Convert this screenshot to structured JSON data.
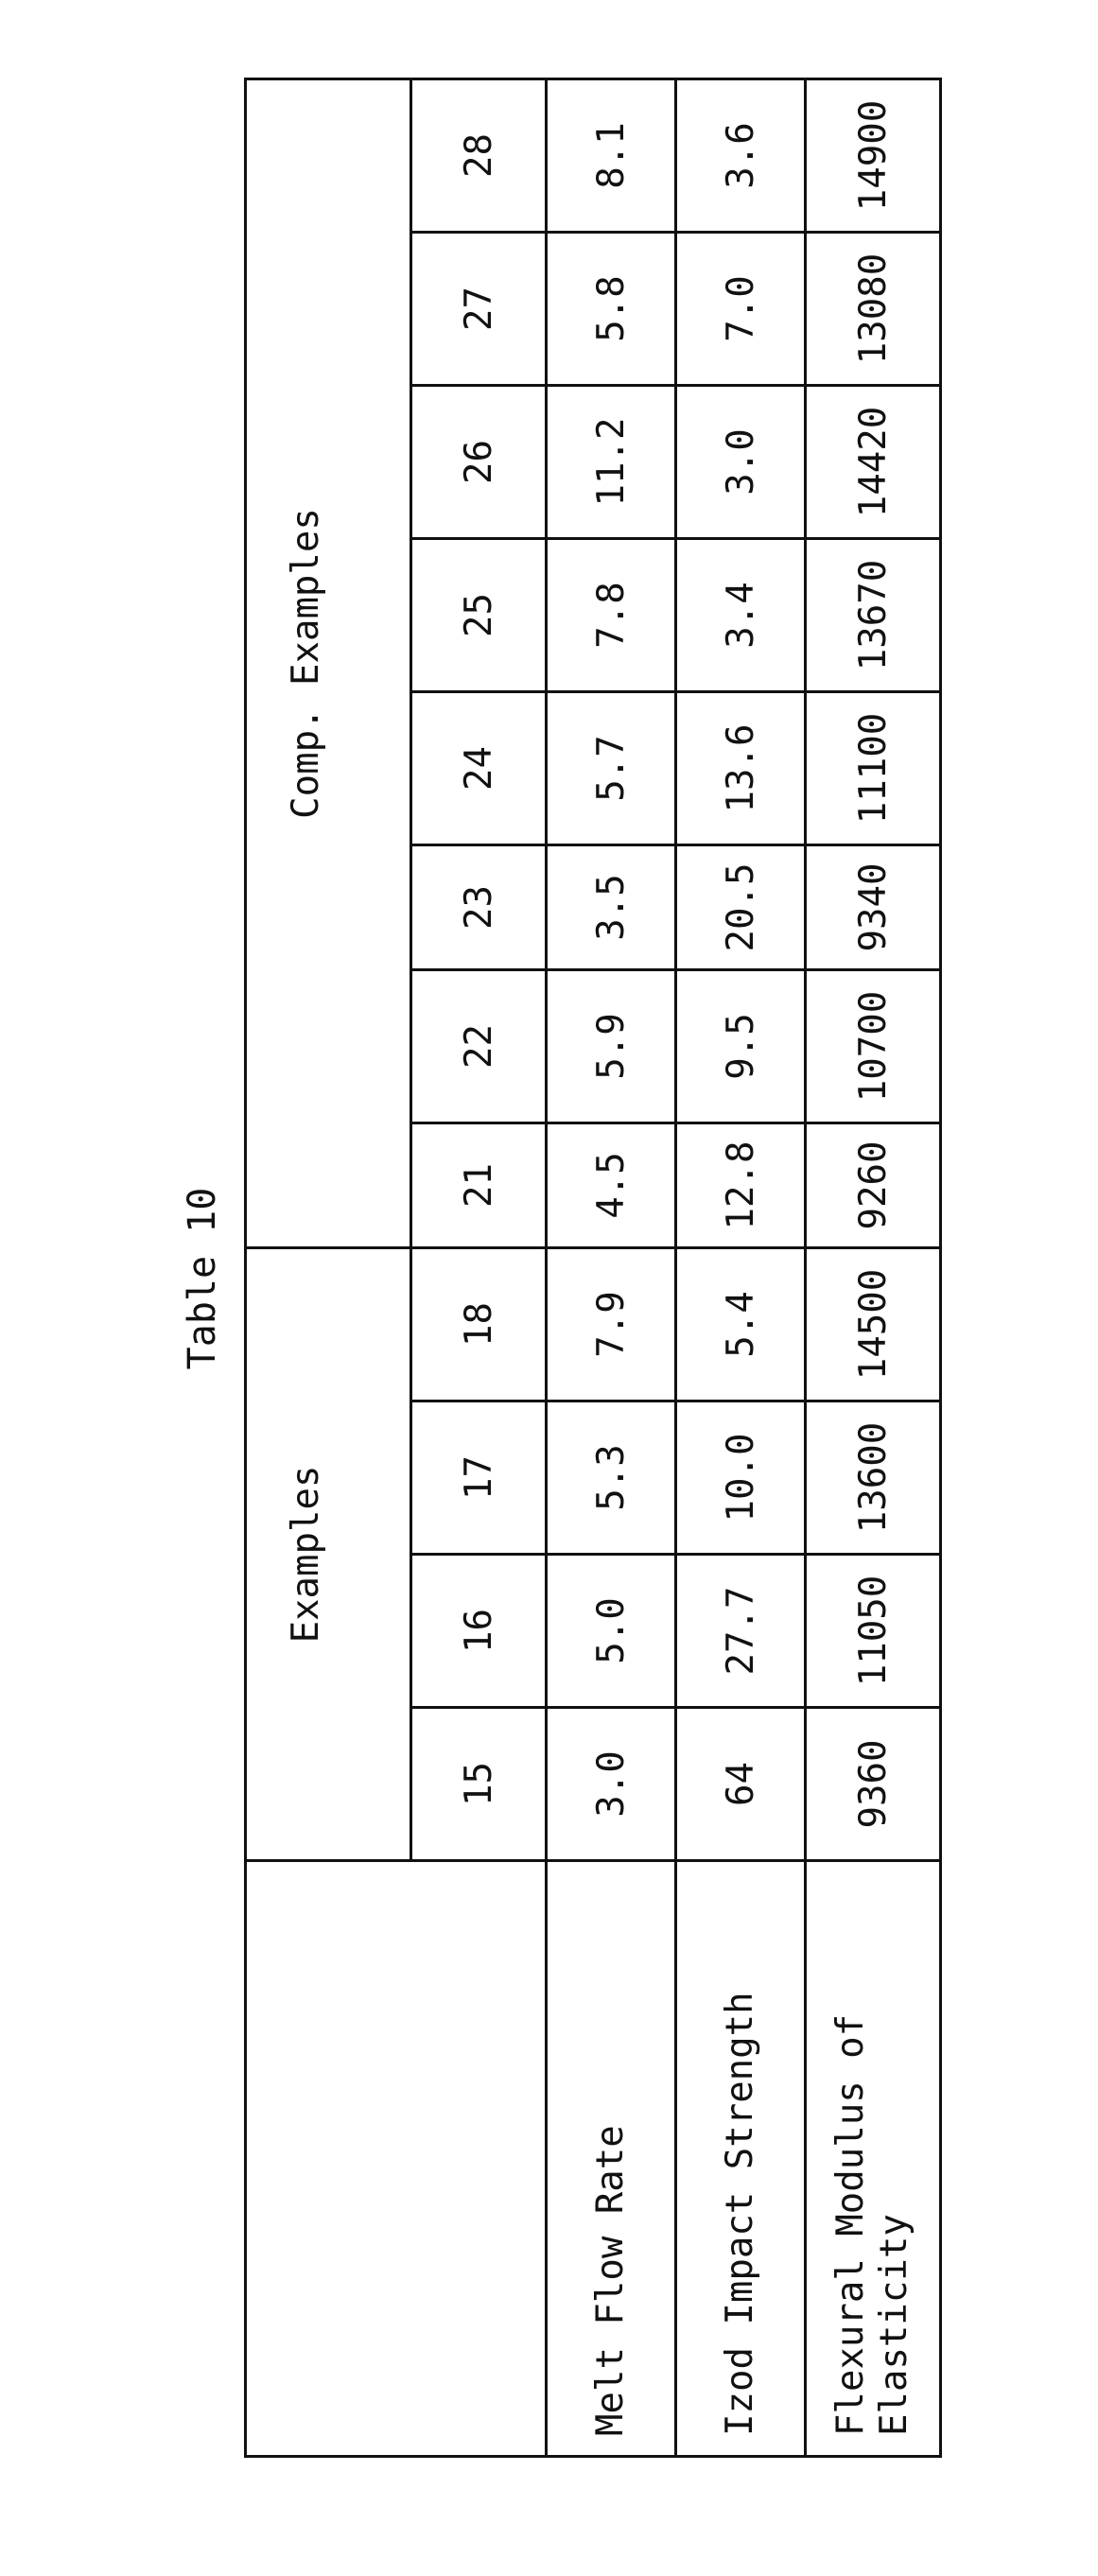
{
  "title": "Table 10",
  "groups": [
    {
      "label": "Examples",
      "span": 4
    },
    {
      "label": "Comp. Examples",
      "span": 8
    }
  ],
  "columns": [
    "15",
    "16",
    "17",
    "18",
    "21",
    "22",
    "23",
    "24",
    "25",
    "26",
    "27",
    "28"
  ],
  "rows": [
    {
      "label_lines": [
        "Melt Flow Rate"
      ],
      "values": [
        "3.0",
        "5.0",
        "5.3",
        "7.9",
        "4.5",
        "5.9",
        "3.5",
        "5.7",
        "7.8",
        "11.2",
        "5.8",
        "8.1"
      ]
    },
    {
      "label_lines": [
        "Izod Impact Strength"
      ],
      "values": [
        "64",
        "27.7",
        "10.0",
        "5.4",
        "12.8",
        "9.5",
        "20.5",
        "13.6",
        "3.4",
        "3.0",
        "7.0",
        "3.6"
      ]
    },
    {
      "label_lines": [
        "Flexural Modulus of",
        "Elasticity"
      ],
      "values": [
        "9360",
        "11050",
        "13600",
        "14500",
        "9260",
        "10700",
        "9340",
        "11100",
        "13670",
        "14420",
        "13080",
        "14900"
      ]
    }
  ]
}
